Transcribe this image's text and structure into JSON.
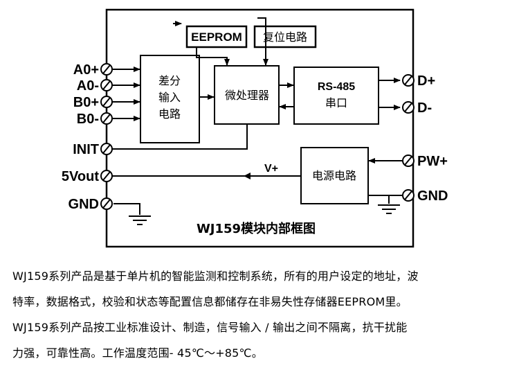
{
  "blocks": {
    "eeprom": "EEPROM",
    "reset": "复位电路",
    "diff_input": [
      "差分",
      "输入",
      "电路"
    ],
    "mcu": "微处理器",
    "rs485_line1": "RS-485",
    "rs485_line2": "串口",
    "power": "电源电路"
  },
  "pins_left": [
    "A0+",
    "A0-",
    "B0+",
    "B0-",
    "INIT",
    "5Vout",
    "GND"
  ],
  "pins_right": [
    "D+",
    "D-",
    "PW+",
    "GND"
  ],
  "vplus_label": "V+",
  "caption": "WJ159模块内部框图",
  "description": {
    "line1": "WJ159系列产品是基于单片机的智能监测和控制系统，所有的用户设定的地址，波",
    "line2": "特率，数据格式，校验和状态等配置信息都储存在非易失性存储器EEPROM里。",
    "line3": "WJ159系列产品按工业标准设计、制造，信号输入 / 输出之间不隔离，抗干扰能",
    "line4": "力强，可靠性高。工作温度范围- 45℃～+85℃。"
  },
  "colors": {
    "line": "#000000",
    "background": "#ffffff"
  }
}
